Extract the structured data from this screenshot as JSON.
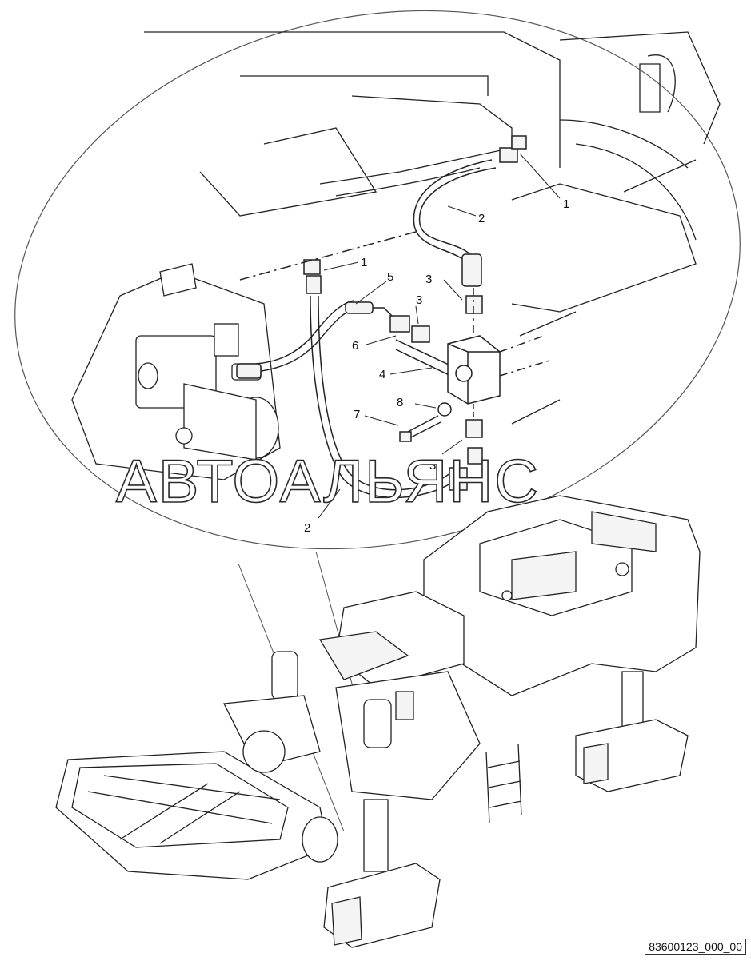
{
  "callouts": {
    "c1_top": "1",
    "c2_top": "2",
    "c1_mid": "1",
    "c5": "5",
    "c3_a": "3",
    "c3_b": "3",
    "c6": "6",
    "c4": "4",
    "c8": "8",
    "c7": "7",
    "c3_c": "3",
    "c2_bottom": "2"
  },
  "watermark": "АВТОАЛЬЯНС",
  "drawing_code": "83600123_000_00",
  "colors": {
    "line": "#222222",
    "fill": "#ffffff",
    "detail_fill": "#f4f4f4"
  }
}
